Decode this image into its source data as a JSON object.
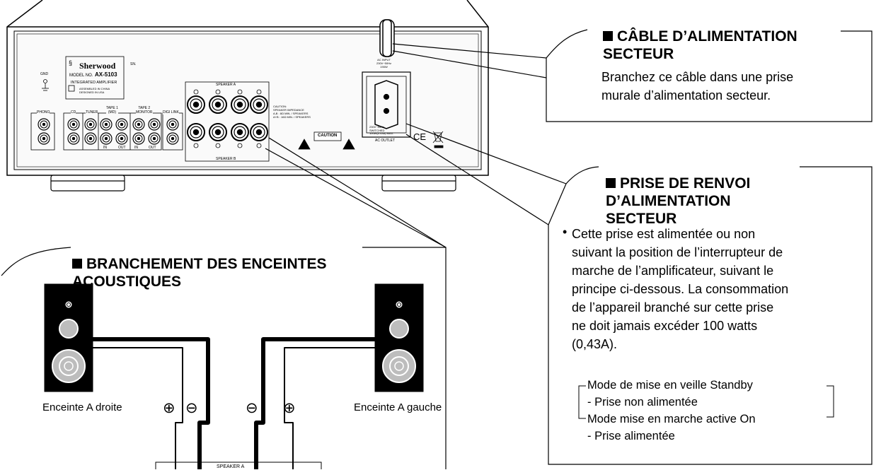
{
  "callouts": {
    "power_cable": {
      "title": "CÂBLE D’ALIMENTATION\nSECTEUR",
      "body": "Branchez ce câble dans une prise\nmurale d’alimentation secteur."
    },
    "switched_outlet": {
      "title": "PRISE DE RENVOI\nD’ALIMENTATION\nSECTEUR",
      "body": "Cette prise est alimentée ou non\nsuivant la position de l’interrupteur de\nmarche de l’amplificateur, suivant le\nprincipe ci-dessous. La consommation\nde l’appareil branché sur cette prise\nne doit jamais excéder 100 watts\n(0,43A).",
      "bullet": "•",
      "modes": [
        "Mode de mise en veille Standby",
        "- Prise non alimentée",
        "Mode mise en marche active On",
        "- Prise alimentée"
      ]
    },
    "speakers": {
      "title": "BRANCHEMENT DES ENCEINTES\nACOUSTIQUES",
      "right_speaker": "Enceinte A droite",
      "left_speaker": "Enceinte A gauche",
      "plus": "⊕",
      "minus": "⊖",
      "terminal_label": "SPEAKER A"
    }
  },
  "panel": {
    "brand": "Sherwood",
    "sn": "SN.",
    "model_label": "MODEL NO.",
    "model": "AX-5103",
    "product": "INTEGRATED AMPLIFIER",
    "assembly": "ASSEMBLED IN CHINA\nDESIGNED IN USA",
    "gnd": "GND",
    "inputs": [
      "PHONO",
      "CD",
      "TUNER",
      "TAPE 1\n(MD)",
      "TAPE 2\nMONITOR",
      "DIGI LINK"
    ],
    "in": "IN",
    "out": "OUT",
    "speaker_a": "SPEAKER A",
    "speaker_b": "SPEAKER B",
    "caution_speaker": "CAUTION:\nSPEAKER IMPEDANCE\nA,B : 8Ω MIN. / SPEAKERS\nA+B : 16Ω MIN. / SPEAKERS",
    "caution_label": "CAUTION",
    "ac_input": "AC INPUT\n230V~50Hz\n190W",
    "ac_outlet": "AC OUTLET",
    "ac_outlet_spec": "230V~50Hz\nSWITCHED\n100W(0.43A) MAX.",
    "ce": "CE"
  },
  "colors": {
    "line": "#000000",
    "paper": "#ffffff",
    "panel": "#f4f4f4"
  }
}
